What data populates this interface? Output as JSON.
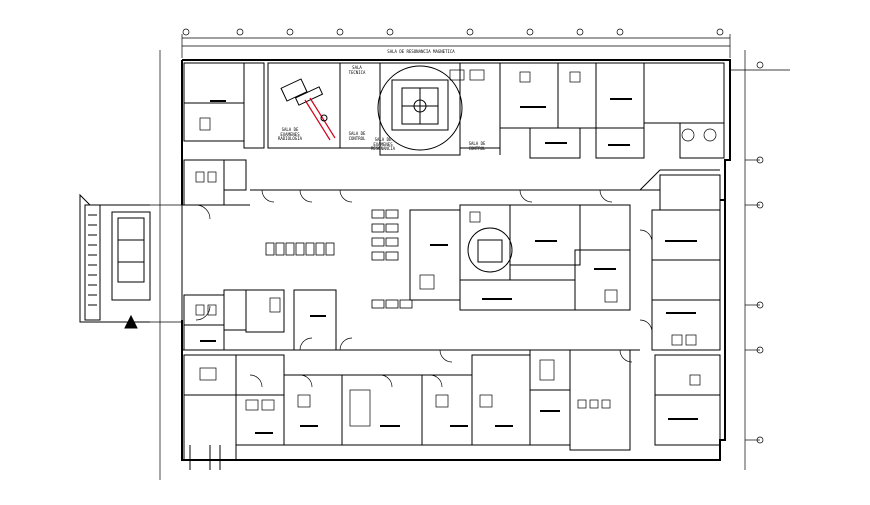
{
  "drawing": {
    "line_color": "#000000",
    "accent_color": "#d0021b",
    "background": "#ffffff"
  },
  "labels": {
    "xray_room": "SALA DE\nEXAMENES\nRADIOLOGIA",
    "control_room_left": "SALA DE\nCONTROL",
    "mri_room": "SALA DE\nEXAMENES\nRESONANCIA",
    "control_room_right": "SALA DE\nCONTROL",
    "mri_header": "SALA DE RESONANCIA MAGNETICA",
    "tech_room": "SALA\nTECNICA"
  }
}
